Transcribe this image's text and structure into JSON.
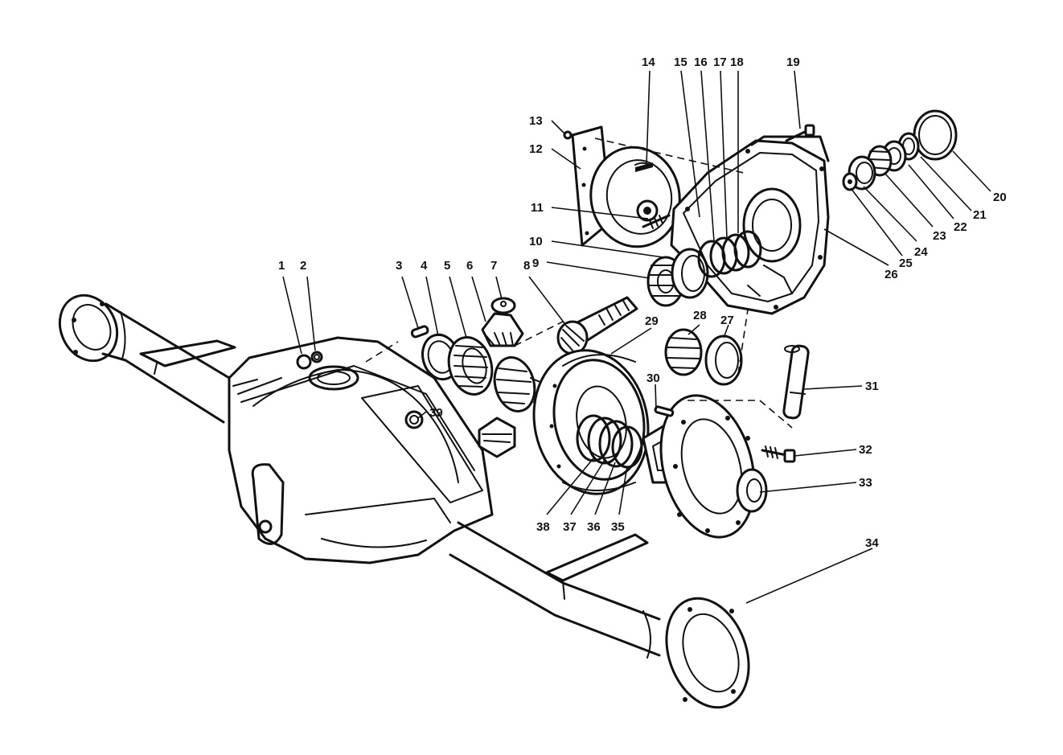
{
  "part_labels": [
    "1",
    "2",
    "3",
    "4",
    "5",
    "6",
    "7",
    "8",
    "9",
    "10",
    "11",
    "12",
    "13",
    "14",
    "15",
    "16",
    "17",
    "18",
    "19",
    "20",
    "21",
    "22",
    "23",
    "24",
    "25",
    "26",
    "27",
    "28",
    "29",
    "30",
    "31",
    "32",
    "33",
    "34",
    "35",
    "36",
    "37",
    "38",
    "39"
  ]
}
